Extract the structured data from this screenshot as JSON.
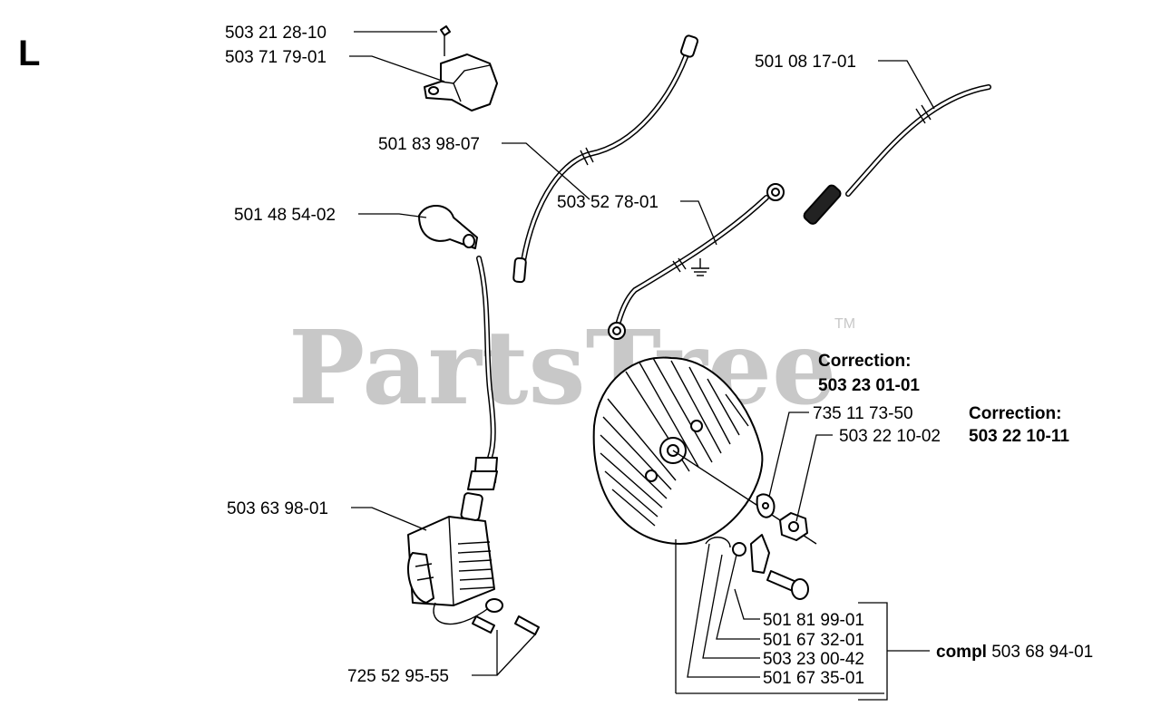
{
  "section_letter": "L",
  "watermark": {
    "text": "PartsTree",
    "trademark": "TM"
  },
  "parts": {
    "screw_top": "503 21 28-10",
    "switch_bracket": "503 71 79-01",
    "short_wire": "501 83 98-07",
    "throttle_wire": "501 08 17-01",
    "plug_cap": "501 48 54-02",
    "ground_wire": "503 52 78-01",
    "washer": "735 11 73-50",
    "nut": "503 22 10-02",
    "coil": "503 63 98-01",
    "coil_screws": "725 52 95-55",
    "kit_1": "501 81 99-01",
    "kit_2": "501 67 32-01",
    "kit_3": "503 23 00-42",
    "kit_4": "501 67 35-01"
  },
  "corrections": {
    "c1_heading": "Correction:",
    "c1_number": "503 23 01-01",
    "c2_heading": "Correction:",
    "c2_number": "503 22 10-11"
  },
  "assembly": {
    "prefix": "compl",
    "number": "503 68 94-01"
  }
}
